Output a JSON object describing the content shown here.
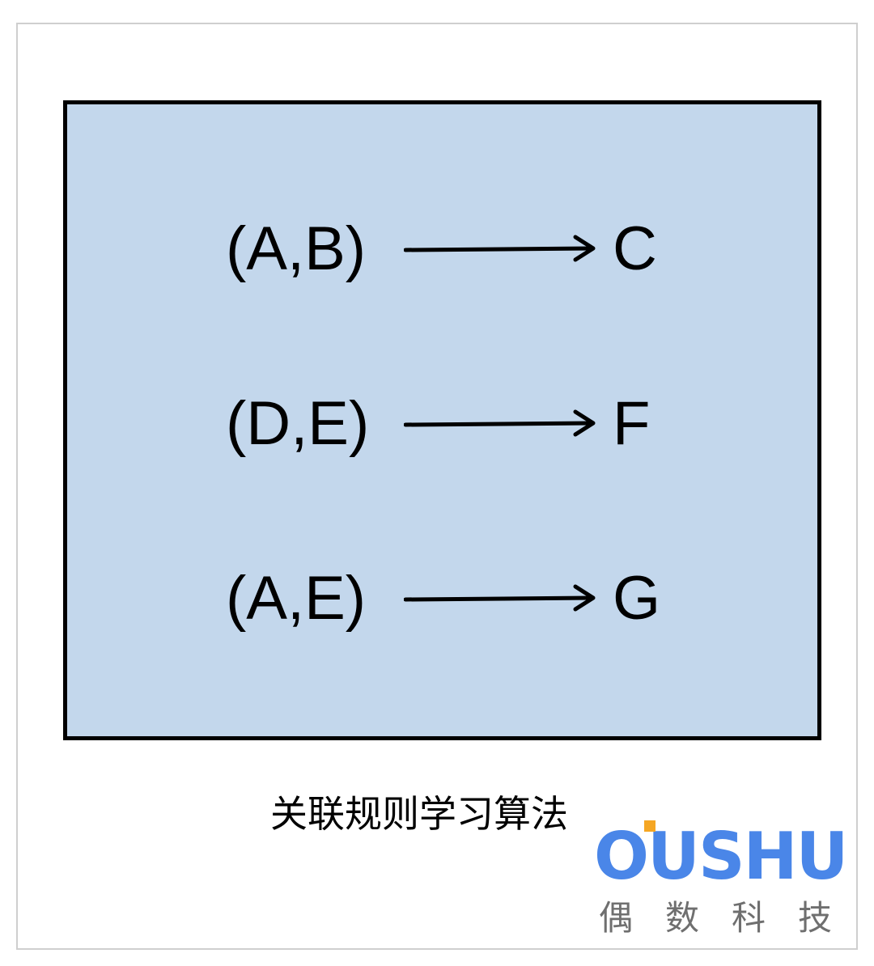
{
  "rules": [
    {
      "antecedent": "(A,B)",
      "consequent": "C"
    },
    {
      "antecedent": "(D,E)",
      "consequent": "F"
    },
    {
      "antecedent": "(A,E)",
      "consequent": "G"
    }
  ],
  "caption": "关联规则学习算法",
  "watermark": {
    "word": "OUSHU",
    "subtitle": "偶数科技",
    "brand_color": "#4a86e8",
    "accent_color": "#f5a623"
  },
  "colors": {
    "panel_fill": "#c3d7ec",
    "panel_border": "#000000"
  },
  "icons": [
    "right-arrow-icon"
  ]
}
